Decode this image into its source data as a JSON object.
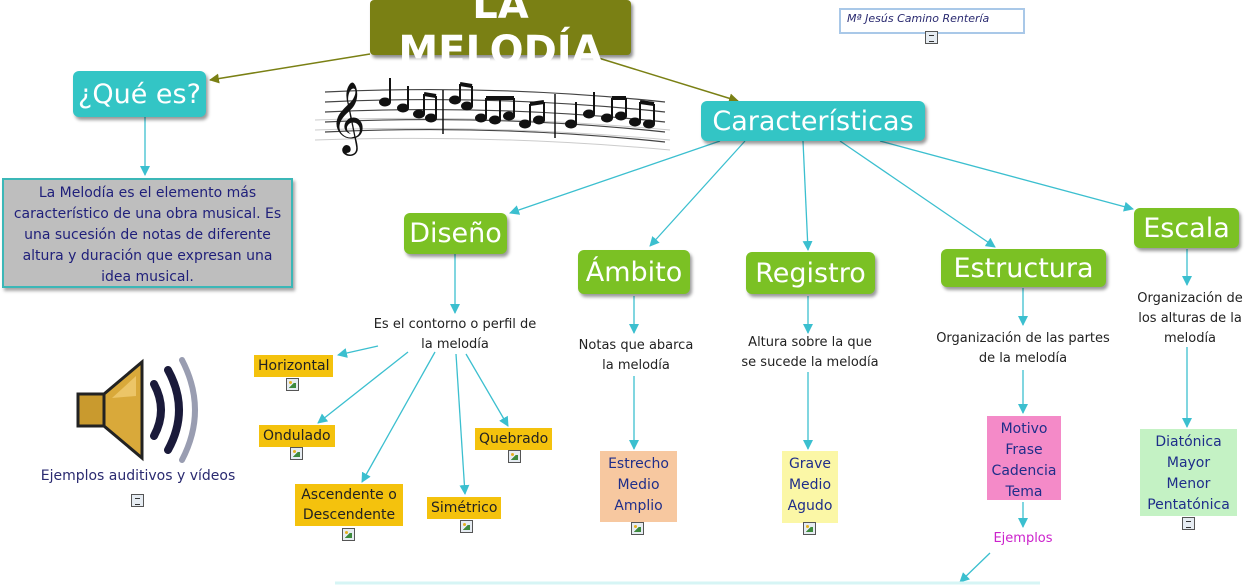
{
  "title": "LA MELODÍA",
  "author": "Mª Jesús Camino Rentería",
  "que_es": {
    "label": "¿Qué es?",
    "definition": "La Melodía es el elemento más característico de una obra musical. Es una sucesión  de notas de diferente altura y duración que expresan una idea musical."
  },
  "caracteristicas": {
    "label": "Características"
  },
  "diseno": {
    "label": "Diseño",
    "description": "Es el contorno o perfil de la melodía",
    "types": [
      "Horizontal",
      "Ondulado",
      "Ascendente o Descendente",
      "Simétrico",
      "Quebrado"
    ]
  },
  "ambito": {
    "label": "Ámbito",
    "description": "Notas que abarca la melodía",
    "values": [
      "Estrecho",
      "Medio",
      "Amplio"
    ]
  },
  "registro": {
    "label": "Registro",
    "description": "Altura sobre la que se sucede la melodía",
    "values": [
      "Grave",
      "Medio",
      "Agudo"
    ]
  },
  "estructura": {
    "label": "Estructura",
    "description": "Organización de las partes de la melodía",
    "values": [
      "Motivo",
      "Frase",
      "Cadencia",
      "Tema"
    ],
    "link": "Ejemplos"
  },
  "escala": {
    "label": "Escala",
    "description": "Organización de los alturas de la melodía",
    "values": [
      "Diatónica",
      "Mayor",
      "Menor",
      "Pentatónica"
    ]
  },
  "audio": {
    "label": "Ejemplos auditivos y vídeos"
  },
  "colors": {
    "title_bg": "#7a8014",
    "teal_node": "#33c5c5",
    "green_node": "#7bc124",
    "connector": "#3bbfcf",
    "label_yellow": "#f4c20d",
    "ambito_box": "#f7c8a0",
    "registro_box": "#fbf7a6",
    "estructura_box": "#f48ac8",
    "escala_box": "#c4f2c4",
    "ejemplos_link": "#cc22cc"
  },
  "icons": [
    "music-staff-image",
    "speaker-icon",
    "image-link-icon",
    "document-link-icon"
  ]
}
